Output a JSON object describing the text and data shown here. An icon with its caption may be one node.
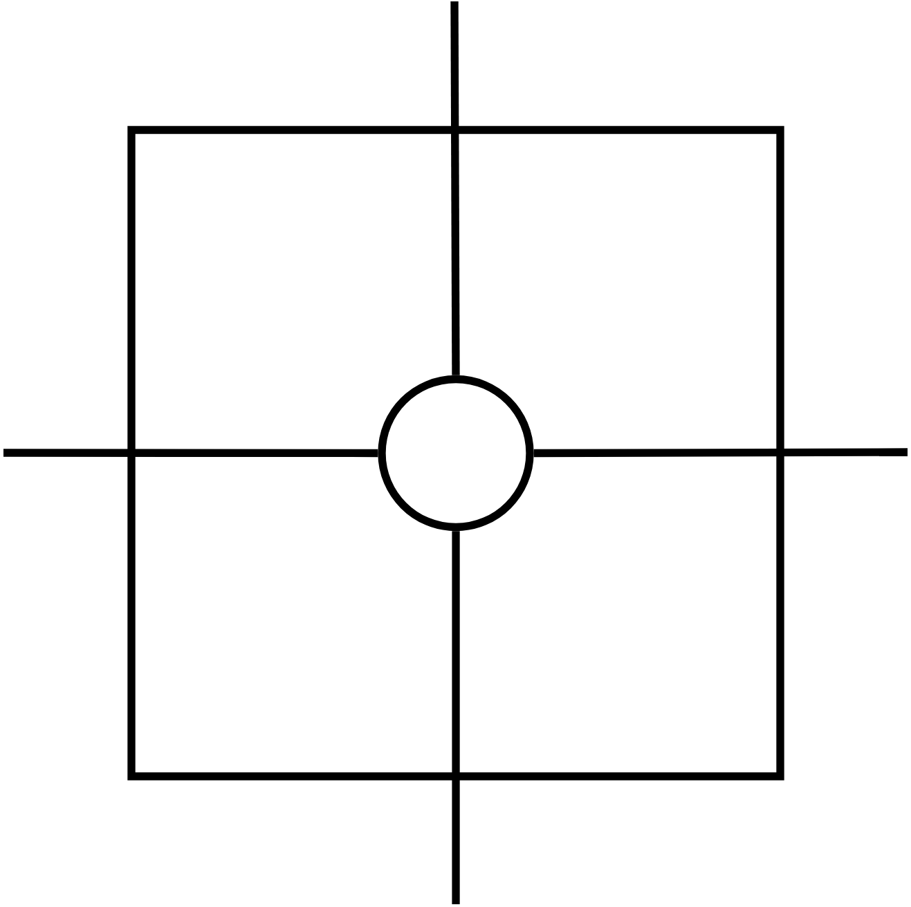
{
  "diagram": {
    "nodes": [
      {
        "text": [],
        "shape": "box"
      },
      {
        "text": [],
        "shape": "circle",
        "in": 0
      }
    ],
    "edges": [
      {
        "from": 1,
        "to": null,
        "arrow": "none"
      },
      {
        "from": 1,
        "to": null,
        "arrow": "none"
      },
      {
        "from": 1,
        "to": null,
        "arrow": "none"
      },
      {
        "from": 1,
        "to": null,
        "arrow": "none"
      }
    ]
  }
}
